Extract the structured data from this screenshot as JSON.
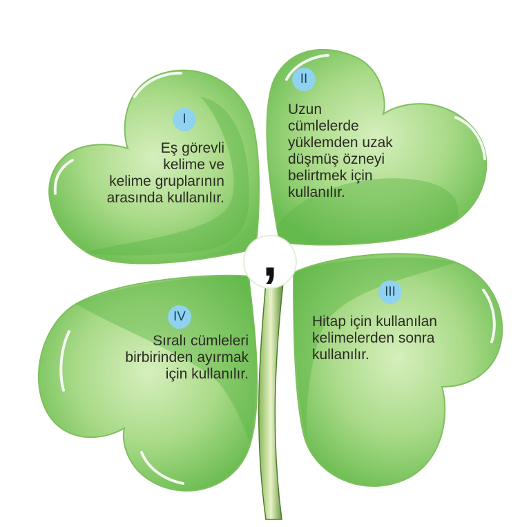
{
  "center_symbol": ",",
  "leaves": [
    {
      "number": "I",
      "lines": [
        "Eş görevli",
        "kelime ve",
        "kelime gruplarının",
        "arasında kullanılır."
      ]
    },
    {
      "number": "II",
      "lines": [
        "Uzun",
        "cümlelerde",
        "yüklemden uzak",
        "düşmüş özneyi",
        "belirtmek için",
        "kullanılır."
      ]
    },
    {
      "number": "III",
      "lines": [
        "Hitap için kullanılan",
        "kelimelerden sonra",
        "kullanılır."
      ]
    },
    {
      "number": "IV",
      "lines": [
        "Sıralı cümleleri",
        "birbirinden ayırmak",
        "için kullanılır."
      ]
    }
  ],
  "colors": {
    "leaf_light": "#c5e6a6",
    "leaf_mid": "#8fce6f",
    "leaf_dark": "#5db548",
    "badge": "#8fd3f0",
    "stem": "#6a9a3c"
  }
}
